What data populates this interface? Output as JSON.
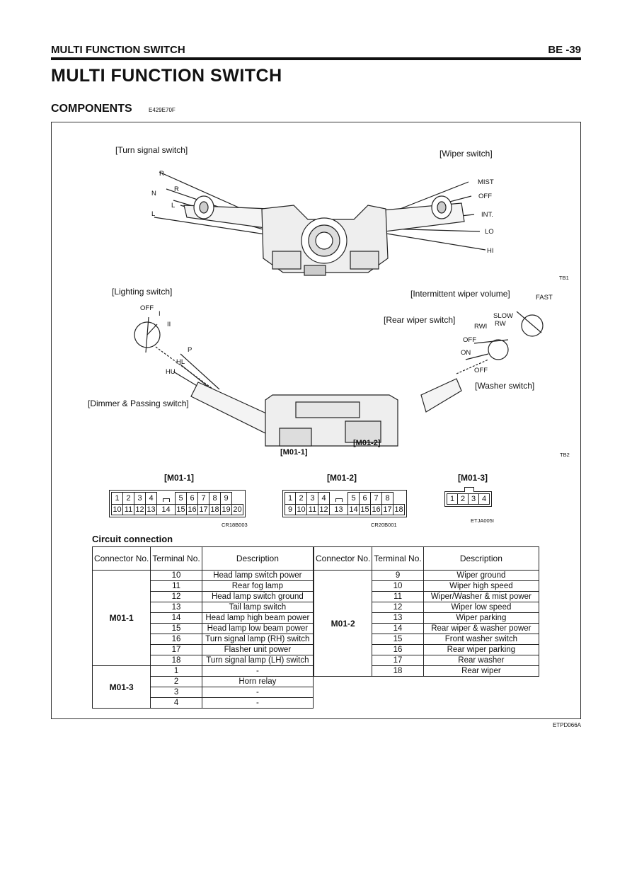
{
  "header": {
    "section": "MULTI FUNCTION SWITCH",
    "page": "BE -39"
  },
  "title": "MULTI FUNCTION SWITCH",
  "subtitle": "COMPONENTS",
  "subtitle_code": "E429E70F",
  "top_diagram": {
    "turn_signal_label": "[Turn signal switch]",
    "wiper_label": "[Wiper switch]",
    "turn_positions": [
      "R",
      "R",
      "N",
      "L",
      "L"
    ],
    "wiper_positions": [
      "MIST",
      "OFF",
      "INT.",
      "LO",
      "HI"
    ],
    "code": "TB1"
  },
  "bottom_diagram": {
    "lighting_label": "[Lighting switch]",
    "lighting_positions": [
      "OFF",
      "I",
      "II"
    ],
    "intermittent_label": "[Intermittent wiper volume]",
    "fast": "FAST",
    "slow": "SLOW",
    "rear_wiper_label": "[Rear wiper switch]",
    "rwi": "RWI",
    "rw": "RW",
    "rear_off": "OFF",
    "on": "ON",
    "washer_off": "OFF",
    "washer_label": "[Washer switch]",
    "dimmer_positions": [
      "P",
      "HL",
      "HU"
    ],
    "dimmer_label": "[Dimmer & Passing switch]",
    "m011": "[M01-1]",
    "m012": "[M01-2]",
    "code": "TB2"
  },
  "connectors": {
    "c1": {
      "label": "[M01-1]",
      "row1": [
        "1",
        "2",
        "3",
        "4",
        "",
        "5",
        "6",
        "7",
        "8",
        "9"
      ],
      "row2": [
        "10",
        "11",
        "12",
        "13",
        "14",
        "15",
        "16",
        "17",
        "18",
        "19",
        "20"
      ],
      "code": "CR18B003"
    },
    "c2": {
      "label": "[M01-2]",
      "row1": [
        "1",
        "2",
        "3",
        "4",
        "",
        "5",
        "6",
        "7",
        "8"
      ],
      "row2": [
        "9",
        "10",
        "11",
        "12",
        "13",
        "14",
        "15",
        "16",
        "17",
        "18"
      ],
      "code": "CR20B001"
    },
    "c3": {
      "label": "[M01-3]",
      "row1": [
        "1",
        "2",
        "3",
        "4"
      ],
      "code": "ETJA005I"
    }
  },
  "circuit": {
    "title": "Circuit connection",
    "h_connector": "Connector No.",
    "h_terminal": "Terminal No.",
    "h_description": "Description",
    "left": [
      {
        "connector": "M01-1",
        "rows": [
          [
            "10",
            "Head lamp switch power"
          ],
          [
            "11",
            "Rear fog lamp"
          ],
          [
            "12",
            "Head lamp switch ground"
          ],
          [
            "13",
            "Tail lamp switch"
          ],
          [
            "14",
            "Head lamp high beam power"
          ],
          [
            "15",
            "Head lamp low beam power"
          ],
          [
            "16",
            "Turn signal lamp (RH) switch"
          ],
          [
            "17",
            "Flasher unit power"
          ],
          [
            "18",
            "Turn signal lamp (LH) switch"
          ]
        ]
      },
      {
        "connector": "M01-3",
        "rows": [
          [
            "1",
            "-"
          ],
          [
            "2",
            "Horn relay"
          ],
          [
            "3",
            "-"
          ],
          [
            "4",
            "-"
          ]
        ]
      }
    ],
    "right": [
      {
        "connector": "M01-2",
        "rows": [
          [
            "9",
            "Wiper ground"
          ],
          [
            "10",
            "Wiper high speed"
          ],
          [
            "11",
            "Wiper/Washer & mist power"
          ],
          [
            "12",
            "Wiper low speed"
          ],
          [
            "13",
            "Wiper parking"
          ],
          [
            "14",
            "Rear wiper & washer power"
          ],
          [
            "15",
            "Front washer switch"
          ],
          [
            "16",
            "Rear wiper parking"
          ],
          [
            "17",
            "Rear washer"
          ],
          [
            "18",
            "Rear wiper"
          ]
        ]
      }
    ]
  },
  "footer_code": "ETPD066A"
}
